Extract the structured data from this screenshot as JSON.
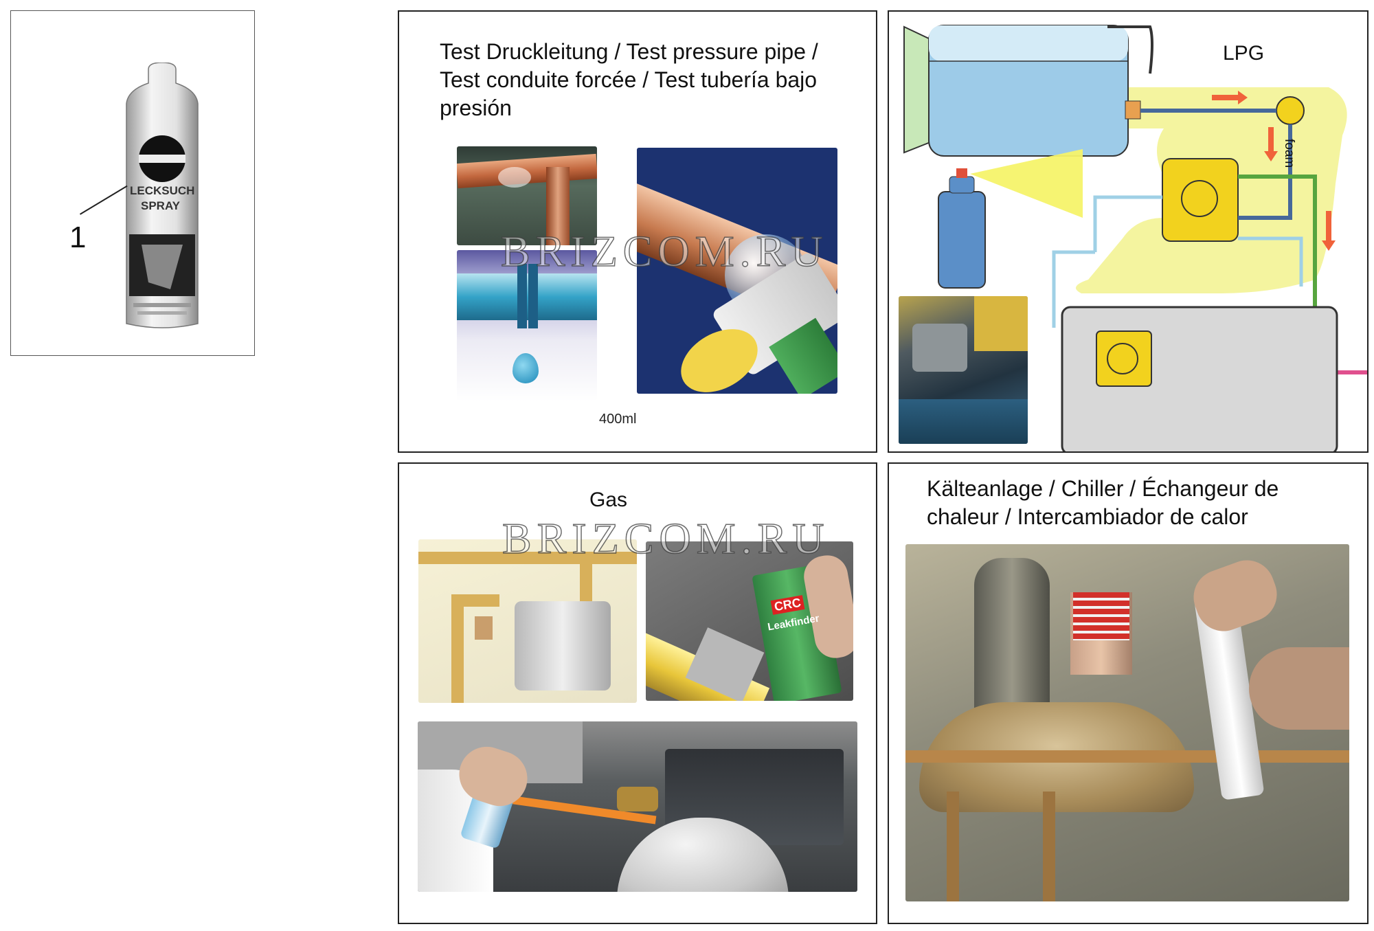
{
  "part": {
    "number": "1",
    "can_line1": "LECKSUCH",
    "can_line2": "SPRAY"
  },
  "panels": {
    "pressure_pipe": {
      "title_line1": "Test Druckleitung / Test pressure pipe /",
      "title_line2": "Test conduite forcée / Test tubería bajo",
      "title_line3": "presión",
      "volume": "400ml"
    },
    "lpg": {
      "title": "LPG",
      "foam_label": "foam"
    },
    "gas": {
      "title": "Gas",
      "spray_brand": "CRC",
      "spray_name": "Leakfinder"
    },
    "chiller": {
      "title_line1": "Kälteanlage / Chiller / Échangeur de",
      "title_line2": "chaleur / Intercambiador de calor"
    }
  },
  "watermark": "BRIZCOM.RU",
  "colors": {
    "water": "#9dcbe8",
    "foam_highlight": "#f3f39a",
    "arrow": "#f0623a",
    "valve": "#f2d21e",
    "gas_line": "#57a53f",
    "pink_line": "#e0508e"
  }
}
